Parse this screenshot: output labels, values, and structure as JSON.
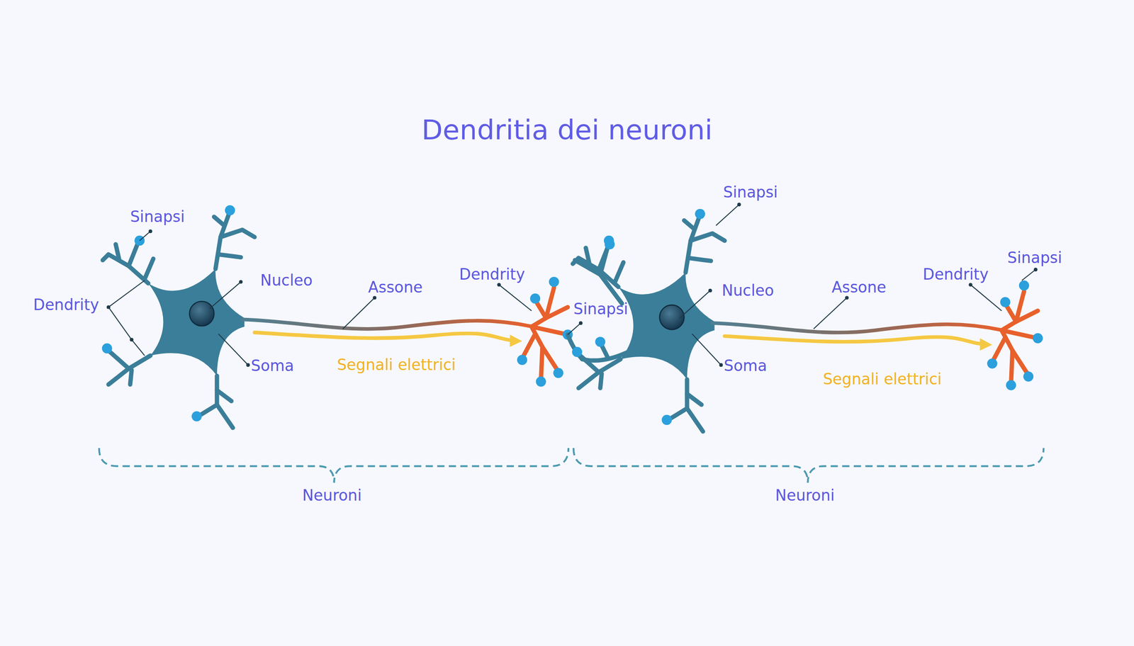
{
  "diagram": {
    "title": "Dendritia dei neuroni",
    "labels": [
      "Sinapsi",
      "Dendrity",
      "Nucleo",
      "Soma",
      "Assone",
      "Segnali elettrici",
      "Dendrity",
      "Sinapsi",
      "Sinapsi",
      "Nucleo",
      "Soma",
      "Assone",
      "Segnali elettrici",
      "Dendrity",
      "Sinapsi",
      "Neuroni",
      "Neuroni"
    ]
  }
}
